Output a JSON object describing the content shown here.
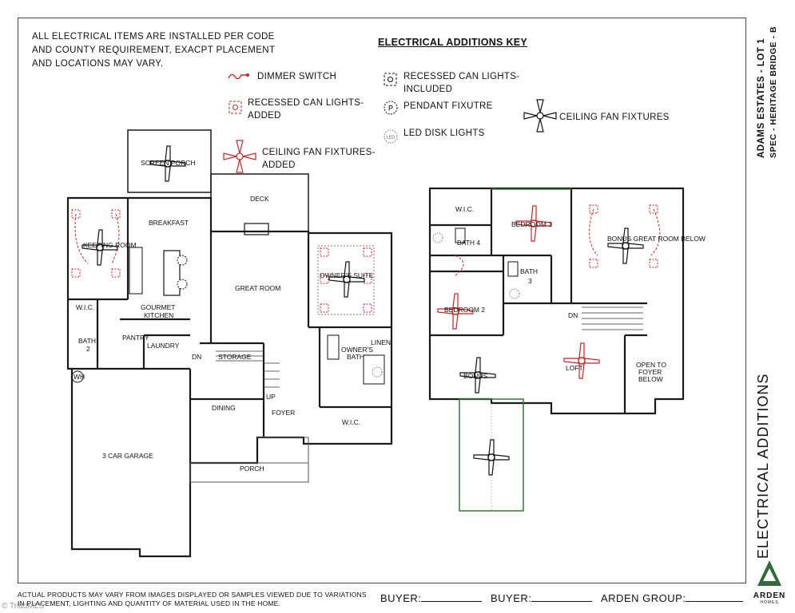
{
  "notice": "ALL ELECTRICAL ITEMS ARE INSTALLED PER CODE AND COUNTY REQUIREMENT, EXACPT PLACEMENT AND LOCATIONS MAY VARY.",
  "key": {
    "title": "ELECTRICAL ADDITIONS KEY",
    "dimmer": "DIMMER SWITCH",
    "recessed_added": "RECESSED CAN LIGHTS-ADDED",
    "fan_added": "CEILING FAN FIXTURES-ADDED",
    "recessed_included": "RECESSED CAN LIGHTS-INCLUDED",
    "pendant": "PENDANT FIXUTRE",
    "led": "LED DISK LIGHTS",
    "fan": "CEILING FAN FIXTURES",
    "colors": {
      "added": "#cc2222",
      "existing": "#111111",
      "wall": "#1a1a1a",
      "green": "#2e7d32"
    }
  },
  "project": {
    "name": "ADAMS ESTATES - LOT 1",
    "spec": "SPEC - HERITAGE BRIDGE - B"
  },
  "sheet_title": "ELECTRICAL ADDITIONS",
  "main_floor": {
    "screen_porch": "SCREEN PORCH",
    "deck": "DECK",
    "keeping_room": "KEEPING ROOM",
    "breakfast": "BREAKFAST",
    "great_room": "GREAT ROOM",
    "owners_suite": "OWNER'S SUITE",
    "wic_left": "W.I.C.",
    "gourmet": "GOURMET",
    "kitchen": "KITCHEN",
    "bath2": "BATH",
    "bath2_num": "2",
    "pantry": "PANTRY",
    "laundry": "LAUNDRY",
    "dn": "DN",
    "storage": "STORAGE",
    "owners_bath_1": "OWNER'S",
    "owners_bath_2": "BATH",
    "linen": "LINEN",
    "wh": "WH",
    "up": "UP",
    "dining": "DINING",
    "foyer": "FOYER",
    "wic_owner": "W.I.C.",
    "garage": "3 CAR GARAGE",
    "porch": "PORCH",
    "pendant_mark": "P",
    "led_mark": "LED"
  },
  "upper_floor": {
    "wic": "W.I.C.",
    "bath4": "BATH 4",
    "bedroom3": "BEDROOM 3",
    "bonus_great": "BONUS GREAT ROOM BELOW",
    "bath3_1": "BATH",
    "bath3_2": "3",
    "bedroom2": "BEDROOM 2",
    "dn": "DN",
    "loft": "LOFT",
    "open_foyer_1": "OPEN TO",
    "open_foyer_2": "FOYER",
    "open_foyer_3": "BELOW",
    "bonus": "BONUS",
    "led_mark": "LED"
  },
  "footer": {
    "disclaimer": "ACTUAL PRODUCTS MAY VARY FROM IMAGES DISPLAYED OR SAMPLES VIEWED DUE TO VARIATIONS IN PLACEMENT, LIGHTING AND QUANTITY OF MATERIAL USED IN THE HOME.",
    "buyer1": "BUYER:",
    "buyer2": "BUYER:",
    "arden": "ARDEN GROUP:"
  },
  "logo": {
    "name": "ARDEN",
    "sub": "HOMES"
  },
  "watermark": "© TriadMLS"
}
